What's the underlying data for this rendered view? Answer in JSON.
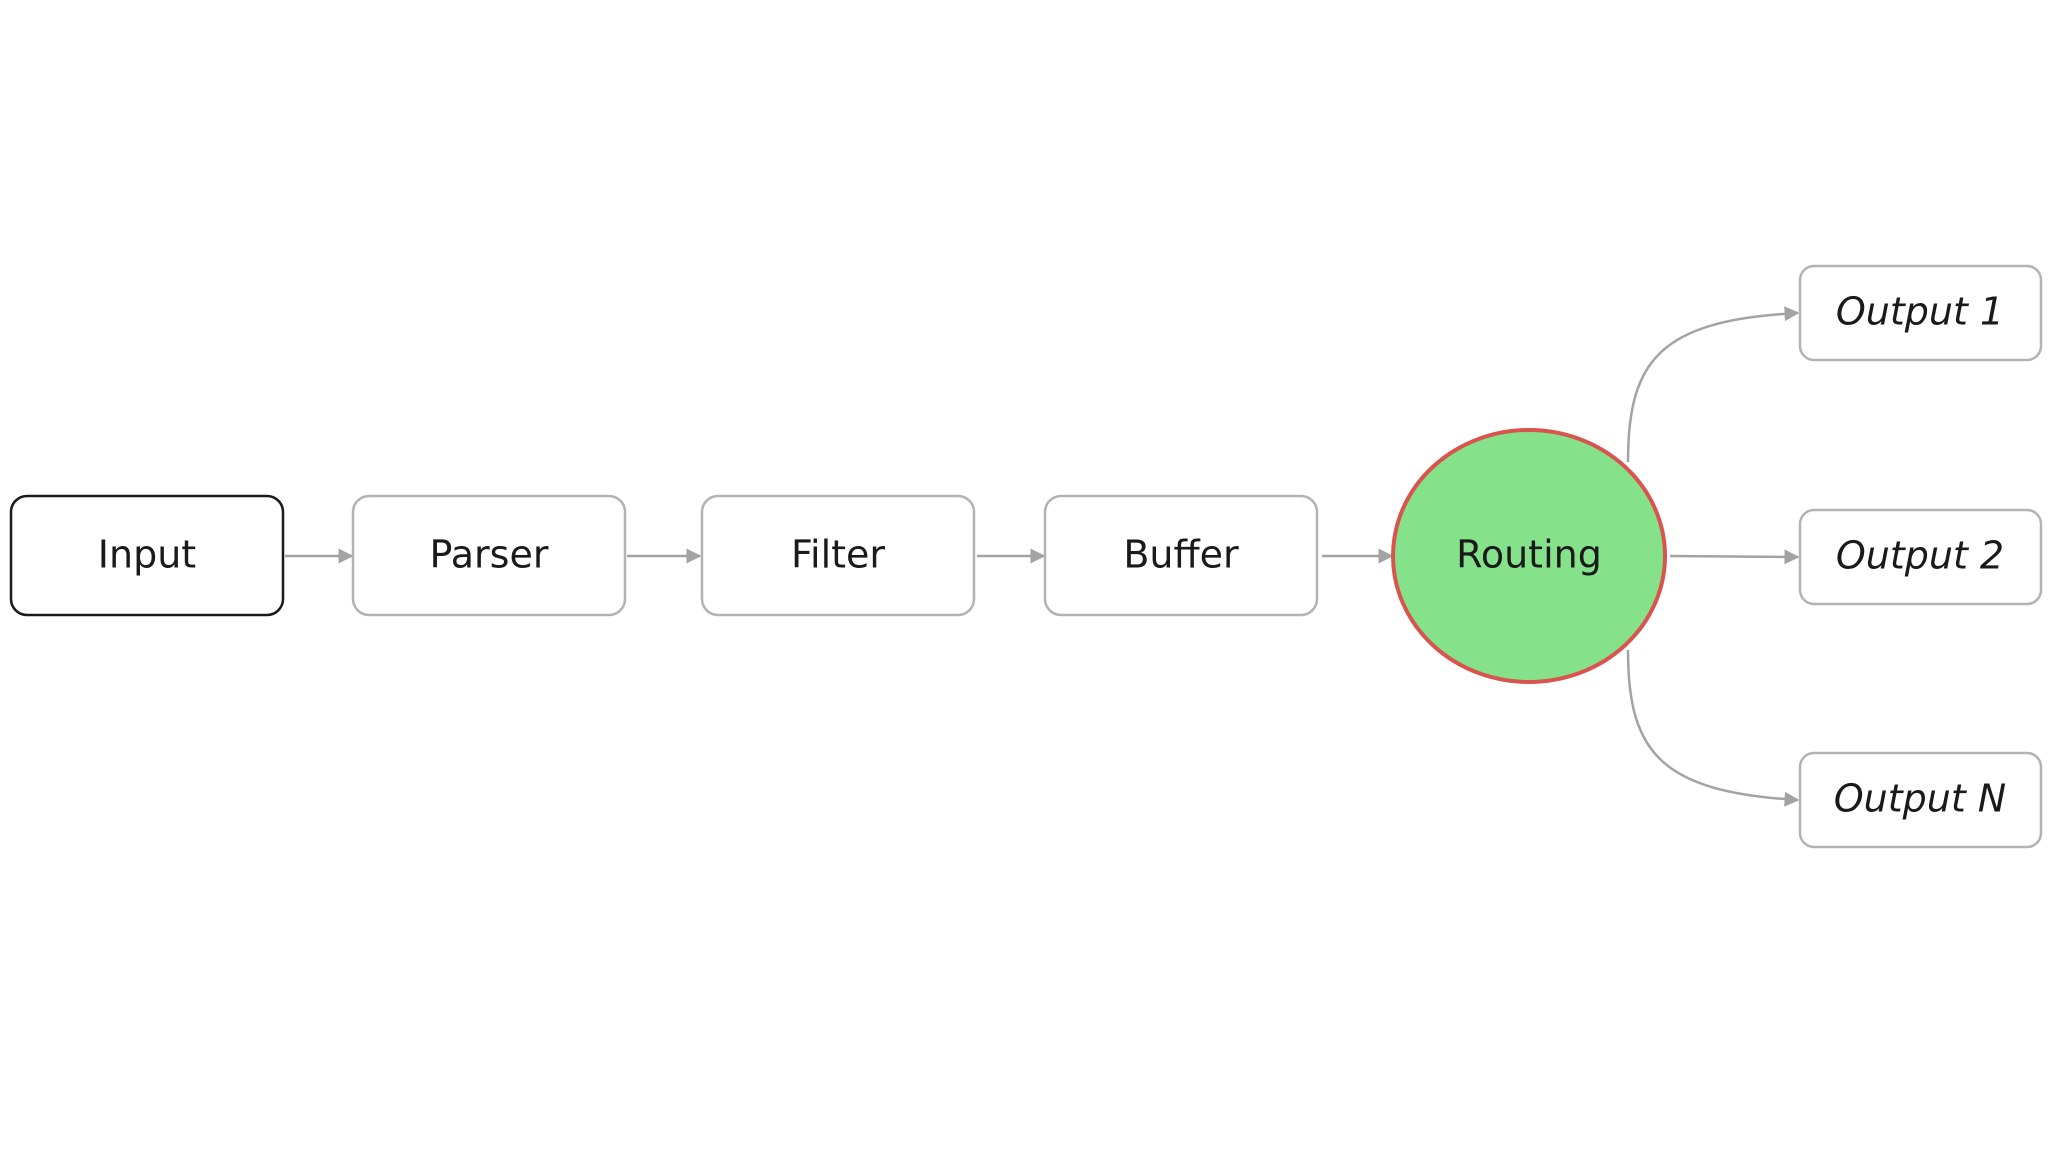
{
  "diagram": {
    "nodes": [
      {
        "id": "input",
        "label": "Input",
        "shape": "box",
        "style": "primary"
      },
      {
        "id": "parser",
        "label": "Parser",
        "shape": "box",
        "style": "default"
      },
      {
        "id": "filter",
        "label": "Filter",
        "shape": "box",
        "style": "default"
      },
      {
        "id": "buffer",
        "label": "Buffer",
        "shape": "box",
        "style": "default"
      },
      {
        "id": "routing",
        "label": "Routing",
        "shape": "ellipse",
        "style": "highlight"
      },
      {
        "id": "output1",
        "label": "Output 1",
        "shape": "box",
        "style": "output"
      },
      {
        "id": "output2",
        "label": "Output 2",
        "shape": "box",
        "style": "output"
      },
      {
        "id": "outputN",
        "label": "Output N",
        "shape": "box",
        "style": "output"
      }
    ],
    "edges": [
      {
        "from": "input",
        "to": "parser"
      },
      {
        "from": "parser",
        "to": "filter"
      },
      {
        "from": "filter",
        "to": "buffer"
      },
      {
        "from": "buffer",
        "to": "routing"
      },
      {
        "from": "routing",
        "to": "output1"
      },
      {
        "from": "routing",
        "to": "output2"
      },
      {
        "from": "routing",
        "to": "outputN"
      }
    ],
    "colors": {
      "routing_fill": "#85e28a",
      "routing_stroke": "#d9534f",
      "edge": "#a3a3a3",
      "box_border": "#b3b3b3",
      "primary_border": "#1a1a1a"
    }
  }
}
